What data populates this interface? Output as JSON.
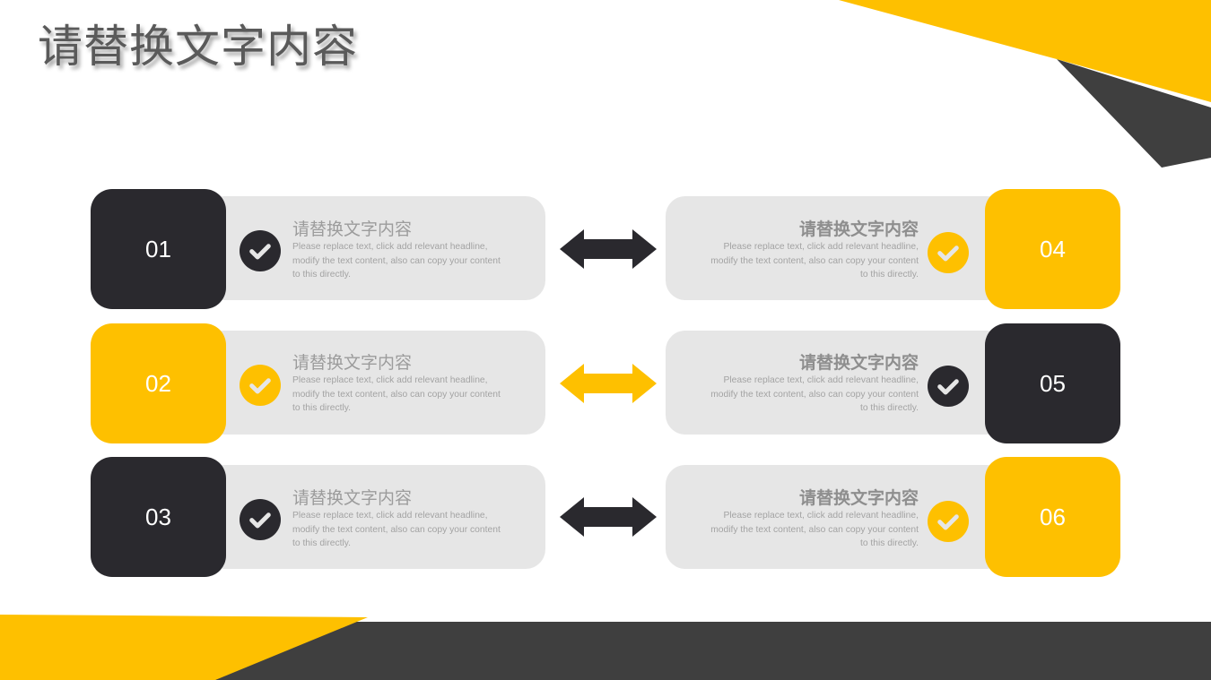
{
  "slide": {
    "title": "请替换文字内容",
    "colors": {
      "accent_yellow": "#fec000",
      "dark": "#2a292e",
      "dark_band": "#3f3f3f",
      "card_bg": "#e6e6e6",
      "title_gray": "#5a5a5a"
    }
  },
  "items": [
    {
      "number": "01",
      "style": "dark",
      "icon": "check-circle-icon",
      "heading": "请替换文字内容",
      "body_line1": "Please replace text, click add relevant headline,",
      "body_line2": "modify the text content, also can copy your content",
      "body_line3": "to this directly."
    },
    {
      "number": "02",
      "style": "yellow",
      "icon": "check-circle-icon",
      "heading": "请替换文字内容",
      "body_line1": "Please replace text, click add relevant headline,",
      "body_line2": "modify the text content, also can copy your content",
      "body_line3": "to this directly."
    },
    {
      "number": "03",
      "style": "dark",
      "icon": "check-circle-icon",
      "heading": "请替换文字内容",
      "body_line1": "Please replace text, click add relevant headline,",
      "body_line2": "modify the text content, also can copy your content",
      "body_line3": "to this directly."
    },
    {
      "number": "04",
      "style": "yellow",
      "icon": "check-circle-icon",
      "heading": "请替换文字内容",
      "body_line1": "Please replace text, click add relevant headline,",
      "body_line2": "modify the text content, also can copy your content",
      "body_line3": "to this directly."
    },
    {
      "number": "05",
      "style": "dark",
      "icon": "check-circle-icon",
      "heading": "请替换文字内容",
      "body_line1": "Please replace text, click add relevant headline,",
      "body_line2": "modify the text content, also can copy your content",
      "body_line3": "to this directly."
    },
    {
      "number": "06",
      "style": "yellow",
      "icon": "check-circle-icon",
      "heading": "请替换文字内容",
      "body_line1": "Please replace text, click add relevant headline,",
      "body_line2": "modify the text content, also can copy your content",
      "body_line3": "to this directly."
    }
  ],
  "arrows": [
    {
      "icon": "double-arrow-icon",
      "color": "#2a292e"
    },
    {
      "icon": "double-arrow-icon",
      "color": "#fec000"
    },
    {
      "icon": "double-arrow-icon",
      "color": "#2a292e"
    }
  ]
}
